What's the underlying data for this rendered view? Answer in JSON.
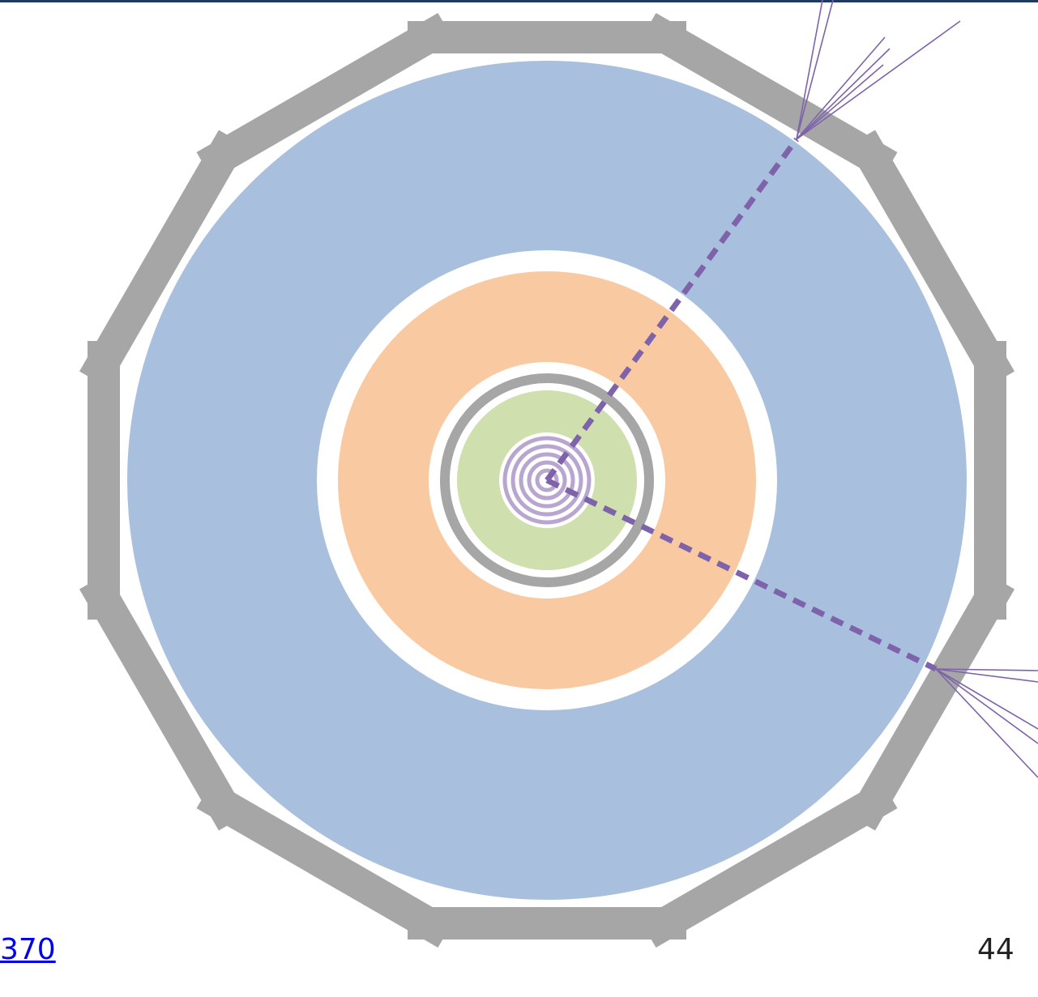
{
  "footer": {
    "reference_text": "370",
    "page_number": "44"
  },
  "colors": {
    "muon_chambers": "#a6a6a6",
    "hadronic_calorimeter": "#a8c0de",
    "electromagnetic_calorimeter": "#f9caa2",
    "solenoid": "#a6a6a6",
    "tracker": "#d0dfae",
    "pixel_layers": "#b9a6d0",
    "jets": "#7e63aa",
    "top_rule": "#1f3864"
  },
  "diagram": {
    "type": "detector cross-section",
    "components": [
      "muon-chambers",
      "hadronic-calorimeter",
      "electromagnetic-calorimeter",
      "solenoid",
      "tracker",
      "pixel-detector"
    ],
    "jets": [
      {
        "direction": "upper-right",
        "line_style": "dashed",
        "fan_tracks": 6
      },
      {
        "direction": "lower-right",
        "line_style": "dashed",
        "fan_tracks": 5
      }
    ]
  }
}
